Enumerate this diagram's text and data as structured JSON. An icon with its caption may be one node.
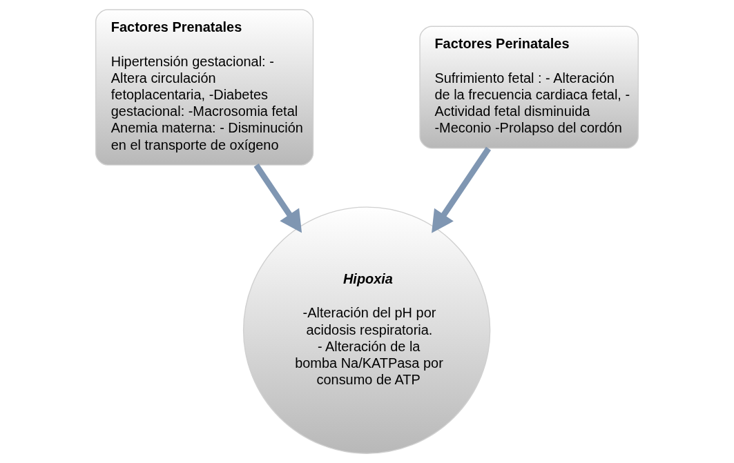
{
  "diagram": {
    "nodes": [
      {
        "text": [
          "Factores Prenatales",
          "Hipertensión gestacional: - Altera circulación fetoplacentaria, -Diabetes gestacional: -Macrosomia fetal Anemia materna: - Disminución en el transporte de oxígeno"
        ]
      },
      {
        "text": [
          "Factores Perinatales",
          "Sufrimiento fetal : - Alteración de la frecuencia cardiaca fetal, - Actividad fetal disminuida -Meconio -Prolapso del cordón"
        ]
      },
      {
        "text": [
          "Hipoxia",
          "-Alteración del pH por acidosis respiratoria. - Alteración de la bomba Na/KATPasa por consumo de ATP"
        ]
      }
    ],
    "edges": [
      {
        "from": 0,
        "to": 2,
        "arrow": "to"
      },
      {
        "from": 1,
        "to": 2,
        "arrow": "to"
      }
    ]
  }
}
